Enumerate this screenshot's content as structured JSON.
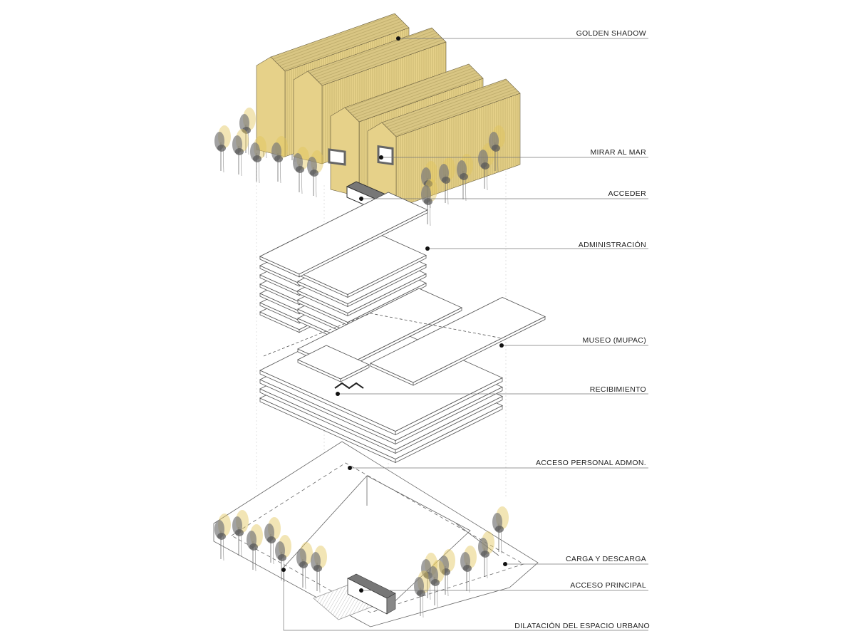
{
  "labels": {
    "golden_shadow": "GOLDEN SHADOW",
    "mirar_al_mar": "MIRAR AL MAR",
    "acceder": "ACCEDER",
    "administracion": "ADMINISTRACIÓN",
    "museo": "MUSEO (MUPAC)",
    "recibimiento": "RECIBIMIENTO",
    "acceso_personal": "ACCESO PERSONAL ADMON.",
    "carga_descarga": "CARGA Y DESCARGA",
    "acceso_principal": "ACCESO PRINCIPAL",
    "dilatacion": "DILATACIÓN DEL ESPACIO URBANO"
  },
  "colors": {
    "facade": "#e6d189",
    "roof": "#d9c47f",
    "line": "#555555",
    "tree_gray": "#7a7a7a",
    "tree_yellow": "#e3c65a"
  }
}
